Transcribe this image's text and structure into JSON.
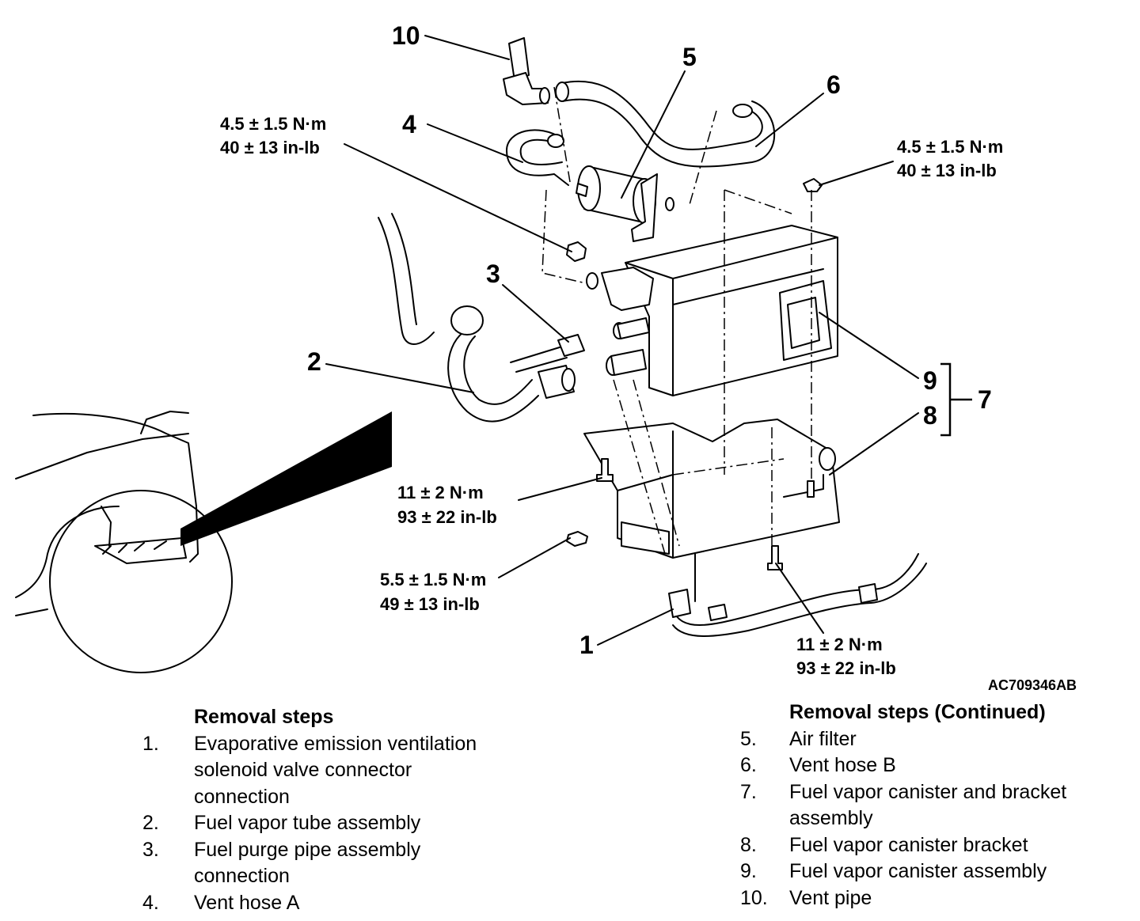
{
  "figure_id": "AC709346AB",
  "callouts": {
    "c1": "1",
    "c2": "2",
    "c3": "3",
    "c4": "4",
    "c5": "5",
    "c6": "6",
    "c7": "7",
    "c8": "8",
    "c9": "9",
    "c10": "10"
  },
  "torques": {
    "t_vent_bolt": [
      "4.5 ± 1.5 N·m",
      "40 ± 13 in-lb"
    ],
    "t_canister_nut": [
      "4.5 ± 1.5 N·m",
      "40 ± 13 in-lb"
    ],
    "t_bracket_bolt_left": [
      "11 ± 2 N·m",
      "93 ± 22 in-lb"
    ],
    "t_bracket_bolt_small": [
      "5.5 ± 1.5 N·m",
      "49 ± 13 in-lb"
    ],
    "t_bracket_bolt_bottom": [
      "11 ± 2 N·m",
      "93 ± 22 in-lb"
    ]
  },
  "steps_left": {
    "heading": "Removal steps",
    "items": [
      {
        "num": "1.",
        "lines": [
          "Evaporative emission ventilation",
          "solenoid valve connector",
          "connection"
        ]
      },
      {
        "num": "2.",
        "lines": [
          "Fuel vapor tube assembly"
        ]
      },
      {
        "num": "3.",
        "lines": [
          "Fuel purge pipe assembly",
          "connection"
        ]
      },
      {
        "num": "4.",
        "lines": [
          "Vent hose A"
        ]
      }
    ]
  },
  "steps_right": {
    "heading": "Removal steps (Continued)",
    "items": [
      {
        "num": "5.",
        "lines": [
          "Air filter"
        ]
      },
      {
        "num": "6.",
        "lines": [
          "Vent hose B"
        ]
      },
      {
        "num": "7.",
        "lines": [
          "Fuel vapor canister and bracket",
          "assembly"
        ]
      },
      {
        "num": "8.",
        "lines": [
          "Fuel vapor canister bracket"
        ]
      },
      {
        "num": "9.",
        "lines": [
          "Fuel vapor canister assembly"
        ]
      },
      {
        "num": "10.",
        "lines": [
          "Vent pipe"
        ]
      }
    ]
  }
}
